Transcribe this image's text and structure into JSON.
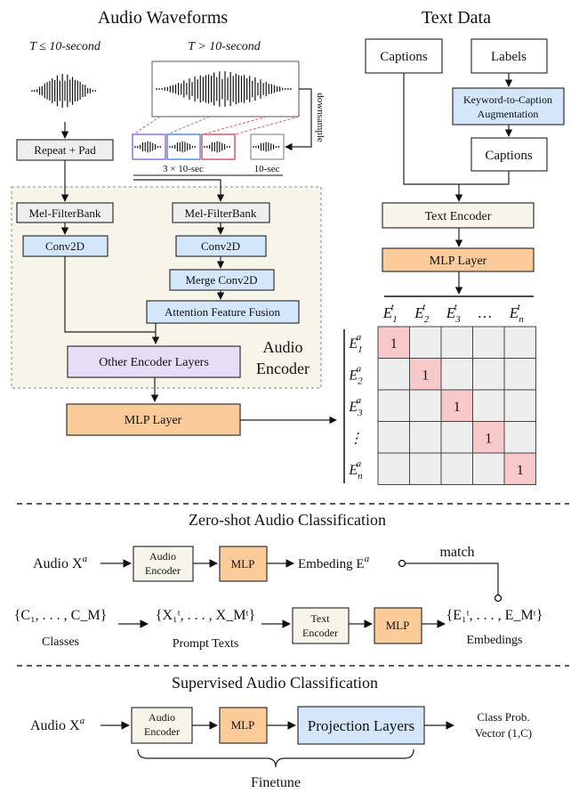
{
  "audio_section": {
    "title": "Audio Waveforms",
    "short_label": "T ≤ 10-second",
    "long_label": "T > 10-second",
    "downsample": "downsample",
    "three_x_label": "3 × 10-sec",
    "ten_sec_label": "10-sec",
    "repeat_pad": "Repeat + Pad",
    "melfb_left": "Mel-FilterBank",
    "melfb_right": "Mel-FilterBank",
    "conv2d_left": "Conv2D",
    "conv2d_right": "Conv2D",
    "merge_conv2d": "Merge Conv2D",
    "attention_fusion": "Attention Feature Fusion",
    "other_layers": "Other Encoder Layers",
    "audio_encoder_line1": "Audio",
    "audio_encoder_line2": "Encoder",
    "mlp_layer": "MLP Layer"
  },
  "text_section": {
    "title": "Text Data",
    "captions_top": "Captions",
    "labels": "Labels",
    "augment_line1": "Keyword-to-Caption",
    "augment_line2": "Augmentation",
    "captions_bottom": "Captions",
    "text_encoder": "Text Encoder",
    "mlp_layer": "MLP Layer"
  },
  "matrix": {
    "col_headers": [
      "E",
      "E",
      "E",
      "…",
      "E"
    ],
    "col_subs": [
      "1",
      "2",
      "3",
      "",
      "n"
    ],
    "col_sups": [
      "t",
      "t",
      "t",
      "",
      "t"
    ],
    "row_headers": [
      "E",
      "E",
      "E",
      "⋮",
      "E"
    ],
    "row_subs": [
      "1",
      "2",
      "3",
      "",
      "n"
    ],
    "row_sups": [
      "a",
      "a",
      "a",
      "",
      "a"
    ],
    "diagonal_value": "1",
    "colors": {
      "diagonal": "#f7c9c9",
      "cell": "#eeeeee"
    }
  },
  "zero_shot": {
    "title": "Zero-shot Audio Classification",
    "audio_input": "Audio X",
    "audio_input_sup": "a",
    "audio_encoder_line1": "Audio",
    "audio_encoder_line2": "Encoder",
    "mlp1": "MLP",
    "embedding": "Embeding E",
    "embedding_sup": "a",
    "match": "match",
    "classes_set": "{C₁, . . . , C_M}",
    "classes_label": "Classes",
    "prompt_set": "{X₁ᵗ, . . . , X_Mᵗ}",
    "prompt_label": "Prompt Texts",
    "text_encoder_line1": "Text",
    "text_encoder_line2": "Encoder",
    "mlp2": "MLP",
    "embeddings_set": "{E₁ᵗ, . . . , E_Mᵗ}",
    "embeddings_label": "Embedings"
  },
  "supervised": {
    "title": "Supervised Audio Classification",
    "audio_input": "Audio X",
    "audio_input_sup": "a",
    "audio_encoder_line1": "Audio",
    "audio_encoder_line2": "Encoder",
    "mlp": "MLP",
    "projection": "Projection Layers",
    "output_line1": "Class Prob.",
    "output_line2": "Vector (1,C)",
    "finetune": "Finetune"
  },
  "colors": {
    "grey_box": "#eeeeee",
    "blue_box": "#d4e6f9",
    "orange_box": "#fbcb9a",
    "purple_box": "#e6ddf7",
    "encoder_bg": "#f7f4ea",
    "wave_purple": "#9b6fd6",
    "wave_blue": "#5b8fd6",
    "wave_red": "#d65b6b"
  }
}
